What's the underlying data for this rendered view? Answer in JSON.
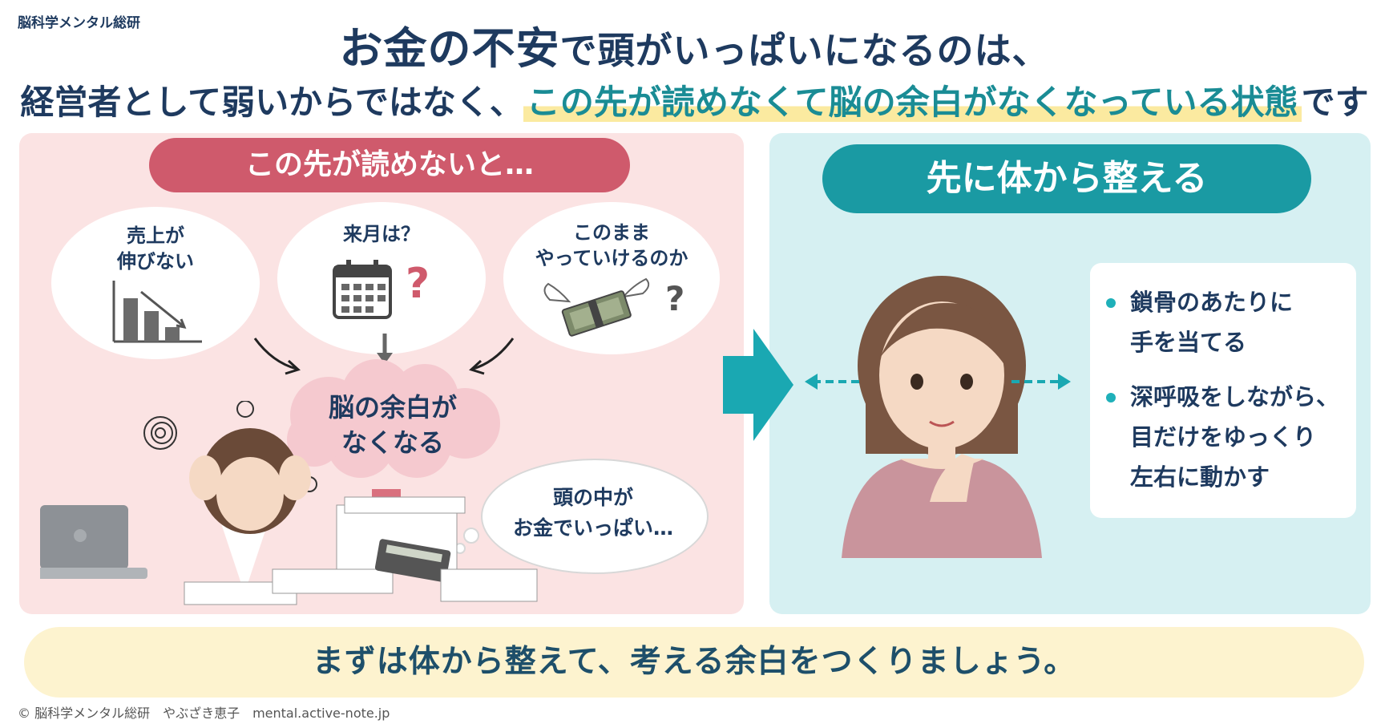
{
  "brand": "脳科学メンタル総研",
  "headline": {
    "line1_emphasis": "お金の不安",
    "line1_rest": "で頭がいっぱいになるのは、",
    "line2_prefix": "経営者として弱いからではなく、",
    "line2_highlight": "この先が読めなくて脳の余白がなくなっている状態",
    "line2_suffix": "です"
  },
  "left": {
    "pill": "この先が読めないと…",
    "bubbles": [
      {
        "lines": [
          "売上が",
          "伸びない"
        ],
        "icon": "declining-bar-chart-icon"
      },
      {
        "lines": [
          "来月は？"
        ],
        "icon": "calendar-question-icon"
      },
      {
        "lines": [
          "このまま",
          "やっていけるのか"
        ],
        "icon": "flying-money-icon"
      }
    ],
    "cloud_lines": [
      "脳の余白が",
      "なくなる"
    ],
    "thought_lines": [
      "頭の中が",
      "お金でいっぱい…"
    ],
    "question_mark": "?"
  },
  "right": {
    "pill": "先に体から整える",
    "tips": [
      {
        "lines": [
          "鎖骨のあたりに",
          "手を当てる"
        ]
      },
      {
        "lines": [
          "深呼吸をしながら、",
          "目だけをゆっくり",
          "左右に動かす"
        ]
      }
    ]
  },
  "bottom_message": "まずは体から整えて、考える余白をつくりましょう。",
  "footer": "© 脳科学メンタル総研　やぶざき恵子　mental.active-note.jp",
  "colors": {
    "navy": "#1e3a5f",
    "teal": "#1a9aa3",
    "rose": "#cf5a6c",
    "pink_bg": "#fbe3e3",
    "teal_bg": "#d6f0f2",
    "yellow": "#fdf3cf"
  }
}
